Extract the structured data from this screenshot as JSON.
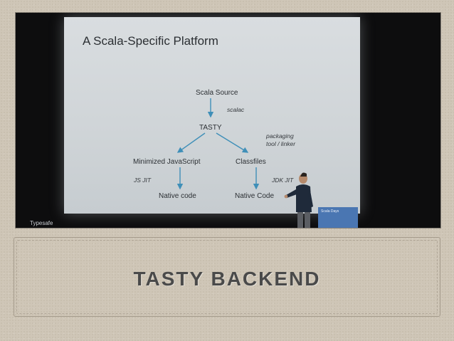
{
  "slide": {
    "title": "A Scala-Specific Platform",
    "nodes": {
      "scala_source": "Scala Source",
      "tasty": "TASTY",
      "minimized_js": "Minimized JavaScript",
      "classfiles": "Classfiles",
      "native_code_left": "Native code",
      "native_code_right": "Native Code"
    },
    "edge_labels": {
      "scalac": "scalac",
      "packaging": "packaging",
      "tool_linker": "tool / linker",
      "js_jit": "JS JIT",
      "jdk_jit": "JDK JIT"
    },
    "footer_logo": "Typesafe",
    "podium_sign": "Scala Days"
  },
  "caption": "TASTY BACKEND",
  "colors": {
    "background": "#cfc6b7",
    "photo_background": "#0d0d0e",
    "slide_screen": "#d3d8db",
    "arrow": "#3f8fb8",
    "caption_text": "#4a4a4a",
    "podium": "#4a76b2"
  }
}
